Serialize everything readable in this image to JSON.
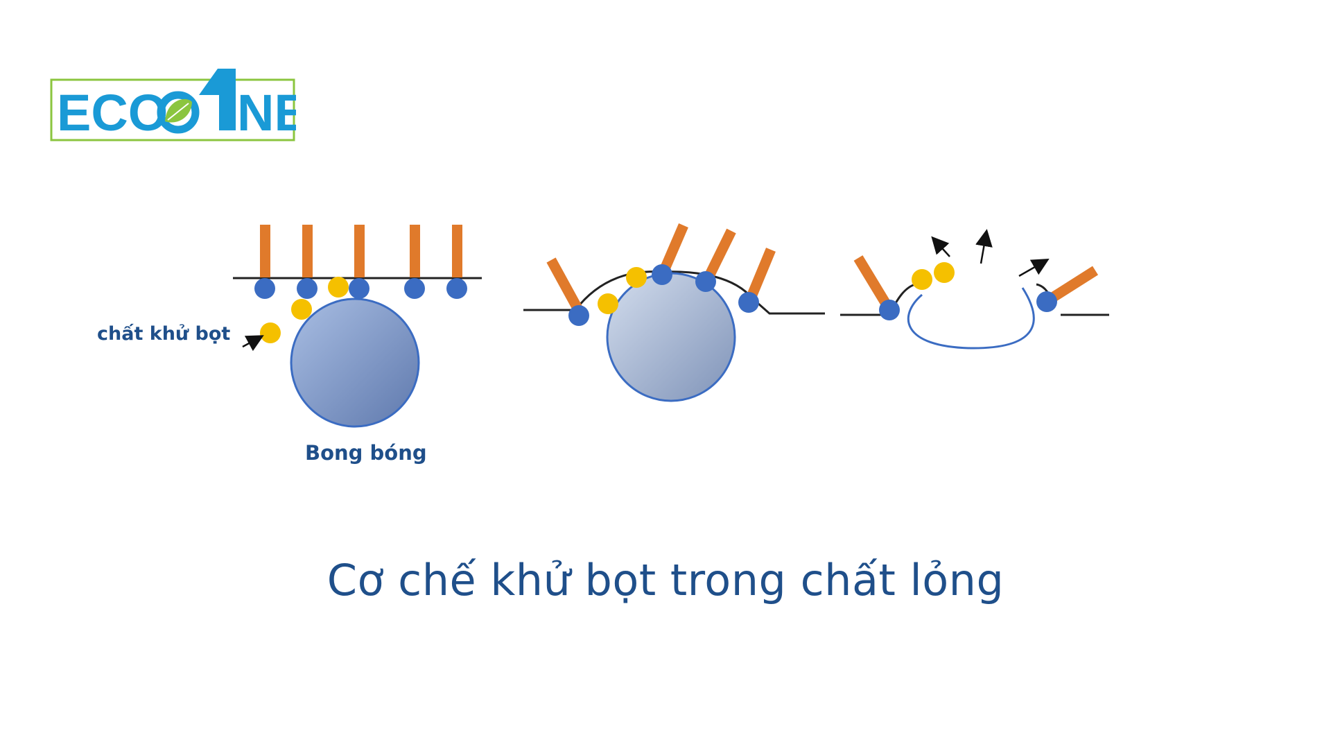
{
  "logo": {
    "text_left": "ECO",
    "text_right": "NE",
    "colors": {
      "primary": "#1a9ad6",
      "accent": "#8bc53f",
      "border": "#8bc53f"
    }
  },
  "labels": {
    "defoamer": "chất khử bọt",
    "bubble": "Bong bóng"
  },
  "caption": "Cơ chế khử bọt trong chất lỏng",
  "colors": {
    "surfactant_tail": "#e07a2b",
    "surfactant_head": "#3b6cc2",
    "defoamer_particle": "#f5c000",
    "bubble_fill": "#9fb2d6",
    "text": "#1f4f8a"
  }
}
